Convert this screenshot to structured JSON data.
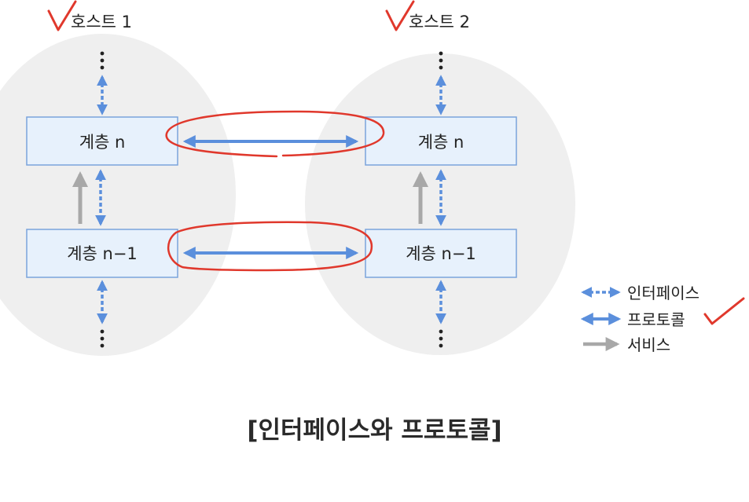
{
  "hosts": [
    {
      "title": "호스트 1",
      "checked": true
    },
    {
      "title": "호스트 2",
      "checked": true
    }
  ],
  "layers": {
    "upper": "계층 n",
    "lower": "계층 n−1"
  },
  "legend": {
    "interface": "인터페이스",
    "protocol": "프로토콜",
    "service": "서비스",
    "protocol_checked": true
  },
  "caption": "[인터페이스와 프로토콜]",
  "colors": {
    "host_bg": "#efefef",
    "layer_fill": "#e7f1fc",
    "layer_border": "#7aa4dc",
    "arrow_blue": "#5b8fdc",
    "arrow_gray": "#a8a8a8",
    "annotation_red": "#e0382c"
  }
}
